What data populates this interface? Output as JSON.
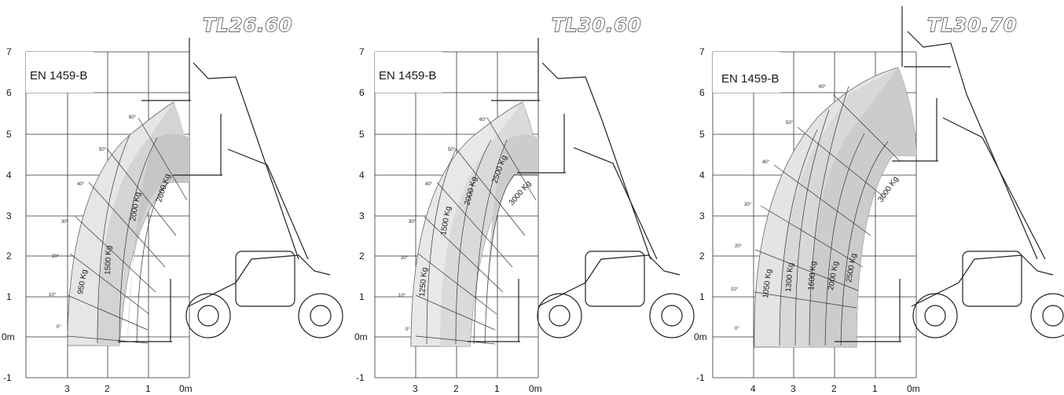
{
  "panels": [
    {
      "model": "TL26.60",
      "standard": "EN 1459-B",
      "y_ticks": [
        "7",
        "6",
        "5",
        "4",
        "3",
        "2",
        "1",
        "0m",
        "-1"
      ],
      "x_ticks": [
        "3",
        "2",
        "1",
        "0m"
      ],
      "angles": [
        "60°",
        "50°",
        "40°",
        "30°",
        "20°",
        "10°",
        "0°"
      ],
      "capacities": [
        "950 Kg",
        "1500 Kg",
        "2000 Kg",
        "2600 Kg"
      ]
    },
    {
      "model": "TL30.60",
      "standard": "EN 1459-B",
      "y_ticks": [
        "7",
        "6",
        "5",
        "4",
        "3",
        "2",
        "1",
        "0m",
        "-1"
      ],
      "x_ticks": [
        "3",
        "2",
        "1",
        "0m"
      ],
      "angles": [
        "60°",
        "50°",
        "40°",
        "30°",
        "20°",
        "10°",
        "0°"
      ],
      "capacities": [
        "1250 Kg",
        "1500 Kg",
        "2000 Kg",
        "2500 Kg",
        "3000 Kg"
      ]
    },
    {
      "model": "TL30.70",
      "standard": "EN 1459-B",
      "y_ticks": [
        "7",
        "6",
        "5",
        "4",
        "3",
        "2",
        "1",
        "0m",
        "-1"
      ],
      "x_ticks": [
        "4",
        "3",
        "2",
        "1",
        "0m"
      ],
      "angles": [
        "60°",
        "50°",
        "40°",
        "30°",
        "20°",
        "10°",
        "0°"
      ],
      "capacities": [
        "1050 Kg",
        "1300 Kg",
        "1600 Kg",
        "2000 Kg",
        "2500 Kg",
        "3000 Kg"
      ]
    }
  ]
}
